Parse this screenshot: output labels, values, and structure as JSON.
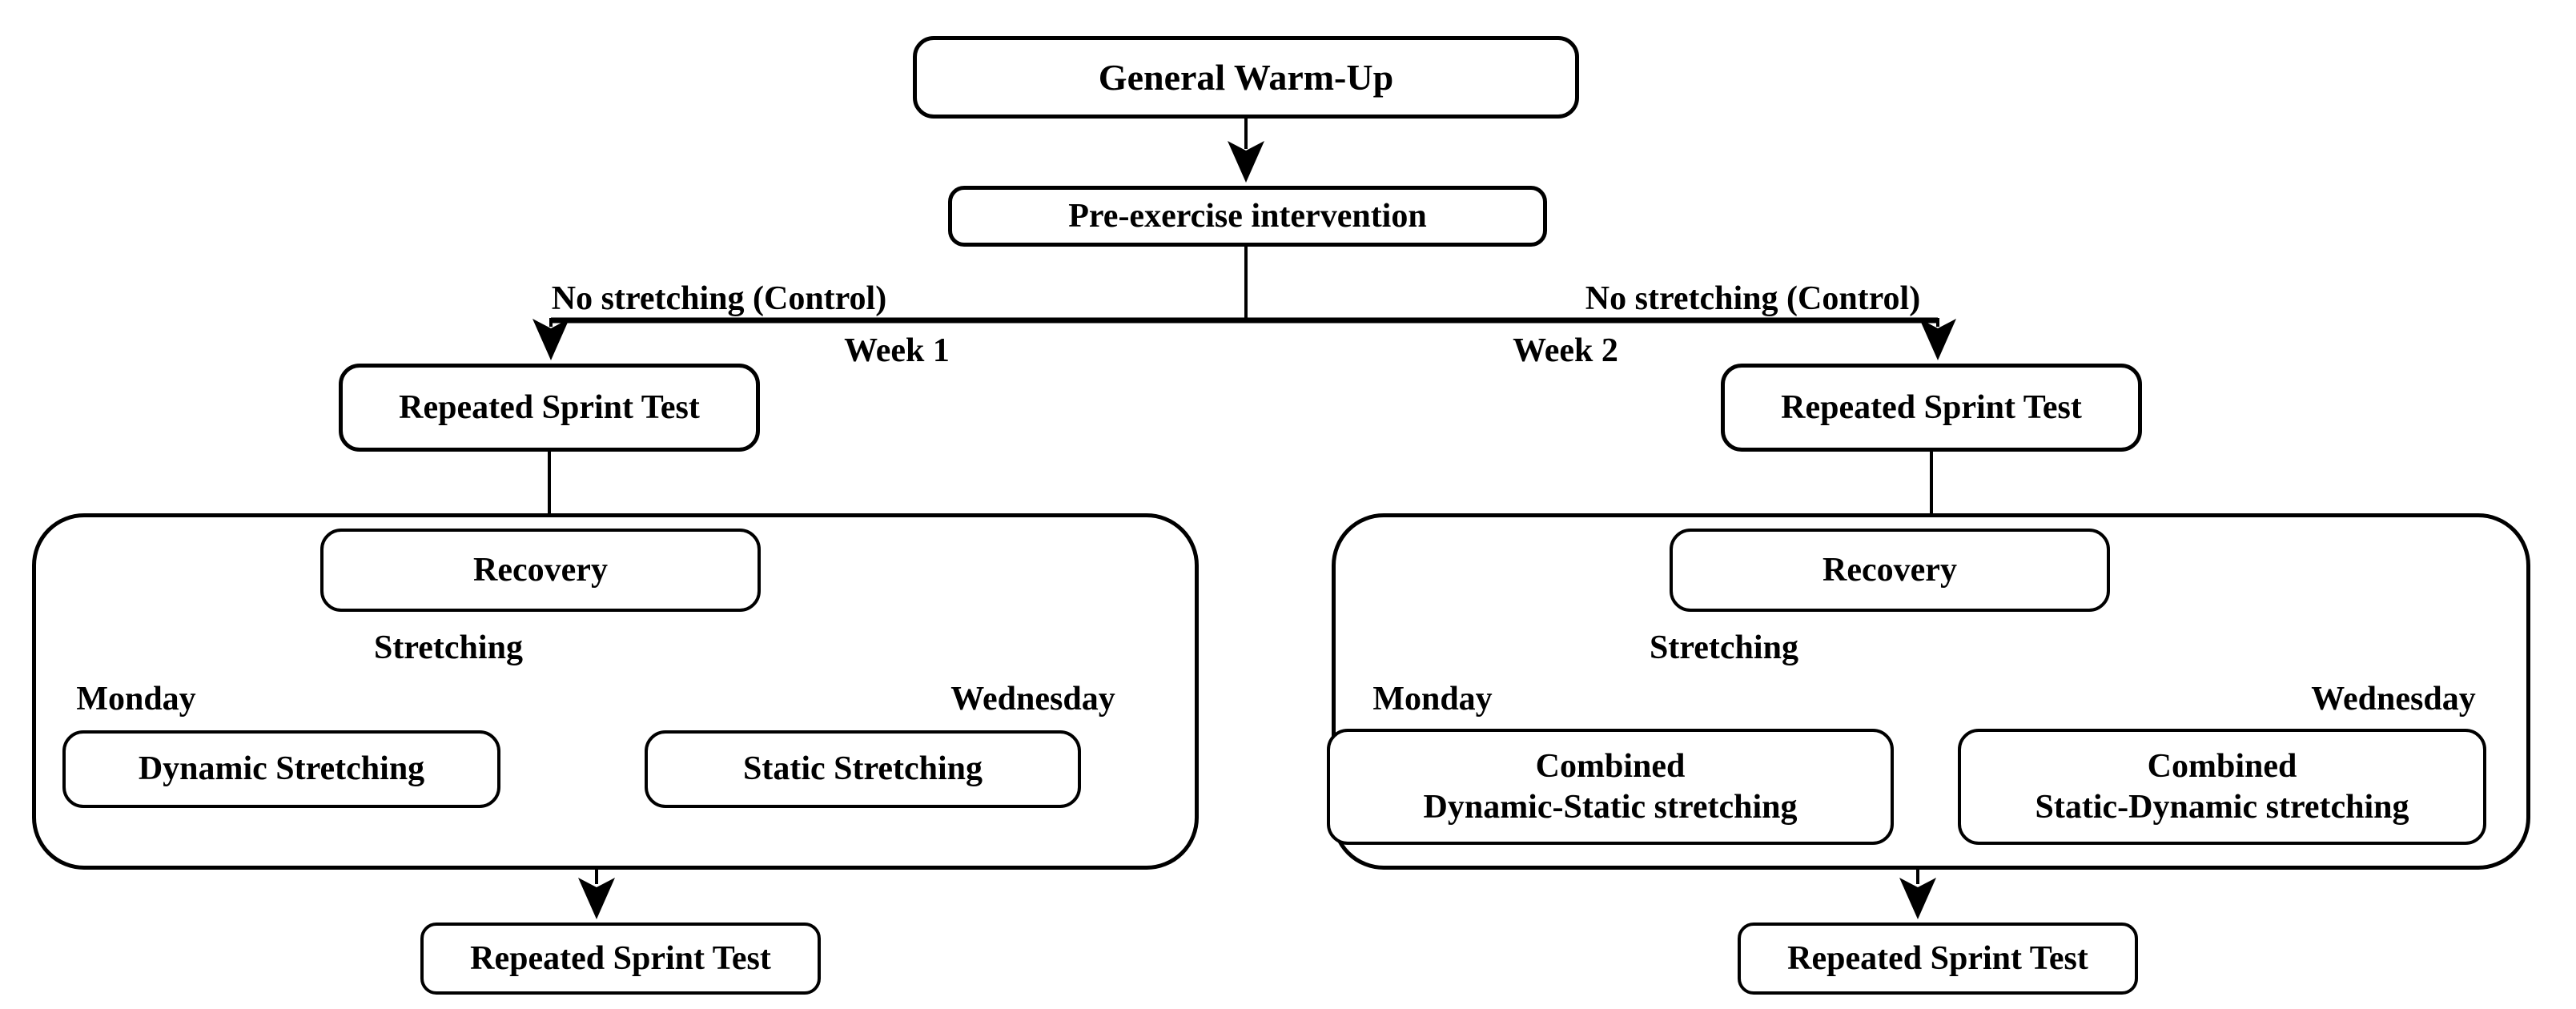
{
  "figure": {
    "colors": {
      "background": "#ffffff",
      "line": "#000000",
      "box_fill": "#ffffff"
    },
    "nodes": {
      "general_warmup": "General Warm-Up",
      "pre_exercise_intervention": "Pre-exercise intervention",
      "repeated_sprint_test": "Repeated Sprint Test",
      "recovery": "Recovery",
      "dynamic_stretching": "Dynamic Stretching",
      "static_stretching": "Static Stretching",
      "combined_dynamic_static": {
        "line1": "Combined",
        "line2": "Dynamic-Static stretching"
      },
      "combined_static_dynamic": {
        "line1": "Combined",
        "line2": "Static-Dynamic stretching"
      }
    },
    "edge_labels": {
      "no_stretching_control": "No stretching (Control)",
      "week_1": "Week 1",
      "week_2": "Week 2",
      "stretching": "Stretching",
      "monday": "Monday",
      "wednesday": "Wednesday"
    }
  }
}
